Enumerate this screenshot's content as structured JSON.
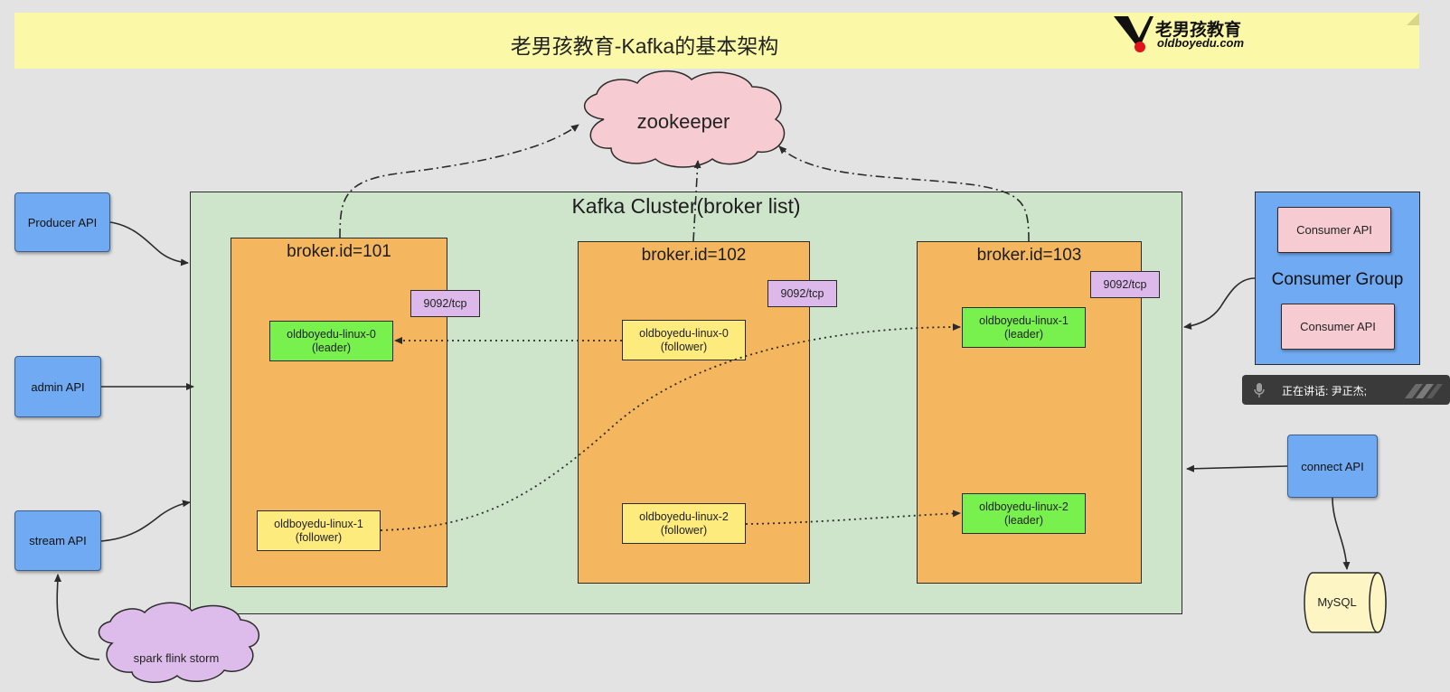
{
  "header": {
    "title": "老男孩教育-Kafka的基本架构",
    "logo_cn": "老男孩教育",
    "logo_en": "oldboyedu.com"
  },
  "zookeeper": {
    "label": "zookeeper"
  },
  "cluster": {
    "title": "Kafka Cluster(broker list)"
  },
  "brokers": [
    {
      "title": "broker.id=101",
      "port": "9092/tcp",
      "partitions": [
        {
          "name": "oldboyedu-linux-0",
          "role": "(leader)"
        },
        {
          "name": "oldboyedu-linux-1",
          "role": "(follower)"
        }
      ]
    },
    {
      "title": "broker.id=102",
      "port": "9092/tcp",
      "partitions": [
        {
          "name": "oldboyedu-linux-0",
          "role": "(follower)"
        },
        {
          "name": "oldboyedu-linux-2",
          "role": "(follower)"
        }
      ]
    },
    {
      "title": "broker.id=103",
      "port": "9092/tcp",
      "partitions": [
        {
          "name": "oldboyedu-linux-1",
          "role": "(leader)"
        },
        {
          "name": "oldboyedu-linux-2",
          "role": "(leader)"
        }
      ]
    }
  ],
  "apis": {
    "producer": "Producer API",
    "admin": "admin API",
    "stream": "stream API",
    "connect": "connect API"
  },
  "spark": {
    "label": "spark flink storm"
  },
  "consumer_group": {
    "title": "Consumer Group",
    "consumers": [
      "Consumer API",
      "Consumer API"
    ]
  },
  "mysql": {
    "label": "MySQL"
  },
  "speaking": {
    "text": "正在讲话: 尹正杰;"
  },
  "colors": {
    "background": "#e3e3e3",
    "header": "#fbf9a8",
    "cluster": "#cee5cc",
    "broker": "#f4b75f",
    "leader": "#78f04e",
    "follower": "#fdeb7e",
    "port": "#dcb9ea",
    "api": "#70aaf2",
    "zookeeper": "#f6ccd2",
    "spark": "#ddbbea",
    "mysql": "#fdf5c4"
  }
}
